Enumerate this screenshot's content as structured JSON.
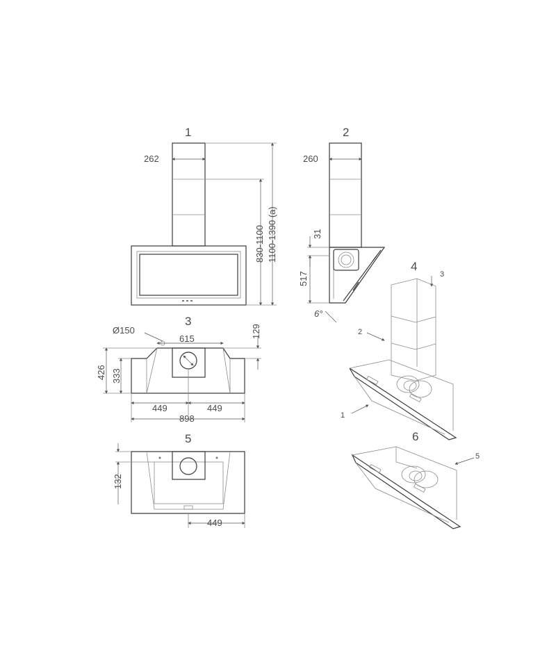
{
  "views": {
    "v1": {
      "label": "1",
      "width": "262",
      "height_a": "830-1100",
      "height_b": "1100-1390 (a)"
    },
    "v2": {
      "label": "2",
      "width": "260",
      "offset": "31",
      "depth": "517",
      "angle": "6°"
    },
    "v3": {
      "label": "3",
      "diameter": "Ø150",
      "top_width": "615",
      "top_gap": "129",
      "h_outer": "426",
      "h_inner": "333",
      "half_left": "449",
      "half_right": "449",
      "total": "898"
    },
    "v4": {
      "label": "4",
      "callouts": [
        "1",
        "2",
        "3"
      ]
    },
    "v5": {
      "label": "5",
      "height": "132",
      "half": "449"
    },
    "v6": {
      "label": "6",
      "callout": "5"
    }
  }
}
